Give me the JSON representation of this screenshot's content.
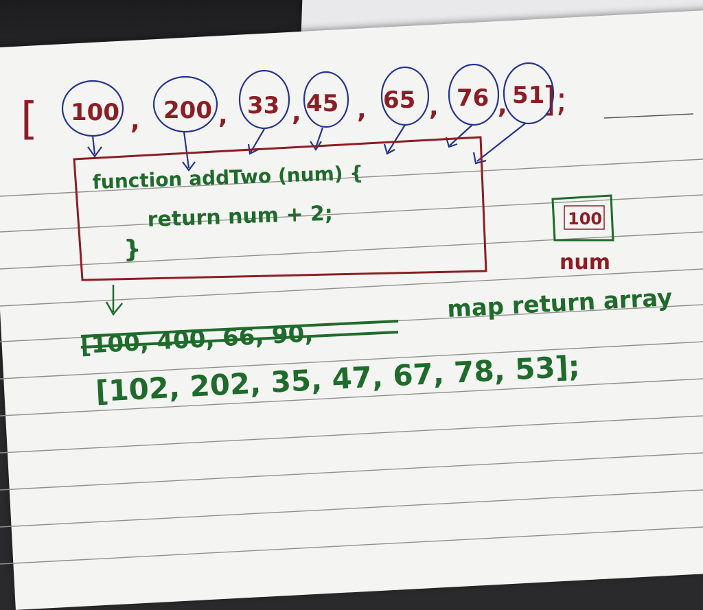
{
  "input_array": {
    "open": "[",
    "items": [
      "100",
      "200",
      "33",
      "45",
      "65",
      "76",
      "51"
    ],
    "close": "];"
  },
  "function_box": {
    "signature": "function addTwo (num) {",
    "body": "return num + 2;",
    "closing": "}"
  },
  "num_box": {
    "value": "100",
    "label": "num"
  },
  "caption": "map return array",
  "struck_array": "[100, 400, 66, 90,",
  "result_array": "[102, 202, 35, 47, 67, 78, 53];",
  "colors": {
    "red": "#8b1e24",
    "blue": "#25348c",
    "green": "#1f6b2b",
    "paper": "#f4f4f2",
    "rule": "#9a9a9a"
  }
}
